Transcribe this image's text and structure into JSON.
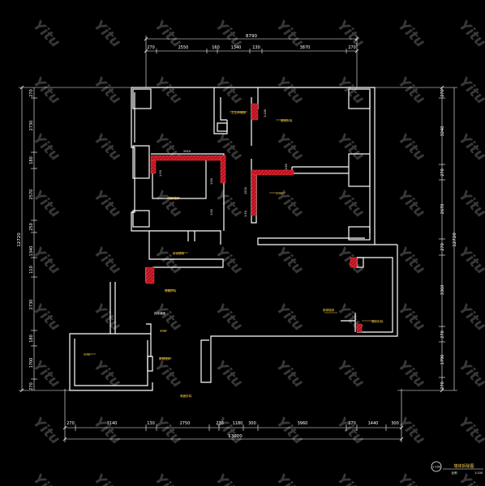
{
  "plan": {
    "top_total": "8790",
    "top_dims": [
      "270",
      "2550",
      "160",
      "1340",
      "130",
      "3870",
      "270"
    ],
    "bottom_total": "13020",
    "bottom_dims": [
      "270",
      "3140",
      "130",
      "2750",
      "230",
      "1180",
      "300",
      "3960",
      "270",
      "1440",
      "300"
    ],
    "left_total": "12720",
    "left_dims": [
      "270",
      "2730",
      "180",
      "2570",
      "250",
      "1340",
      "110",
      "2730",
      "180",
      "1700",
      "270"
    ],
    "right_total": "12720",
    "right_dims": [
      "270",
      "3240",
      "270",
      "2670",
      "270",
      "3360",
      "270",
      "1790",
      "270"
    ],
    "room_labels": [
      "卫生间墙面",
      "1:100",
      "墙体拆除",
      "2910",
      "1:50",
      "1:60",
      "拆除墙体",
      "1:60",
      "1520",
      "1:50",
      "1:80",
      "1:50",
      "新砌墙体",
      "墙面拆除",
      "拆除墙面",
      "1:00",
      "新砌墙体",
      "墙体拆除",
      "1:00",
      "新砌墙体",
      "墙面拆除"
    ],
    "title_block": {
      "badge": "1:100",
      "title": "墙体拆除图",
      "scale_label": "比例",
      "scale": "1:100"
    },
    "watermark": "Yitu",
    "colors": {
      "background": "#000000",
      "wall": "#ffffff",
      "demolish_hatch": "#e8202a",
      "label": "#ffd24a",
      "dimension": "#ffffff"
    }
  }
}
